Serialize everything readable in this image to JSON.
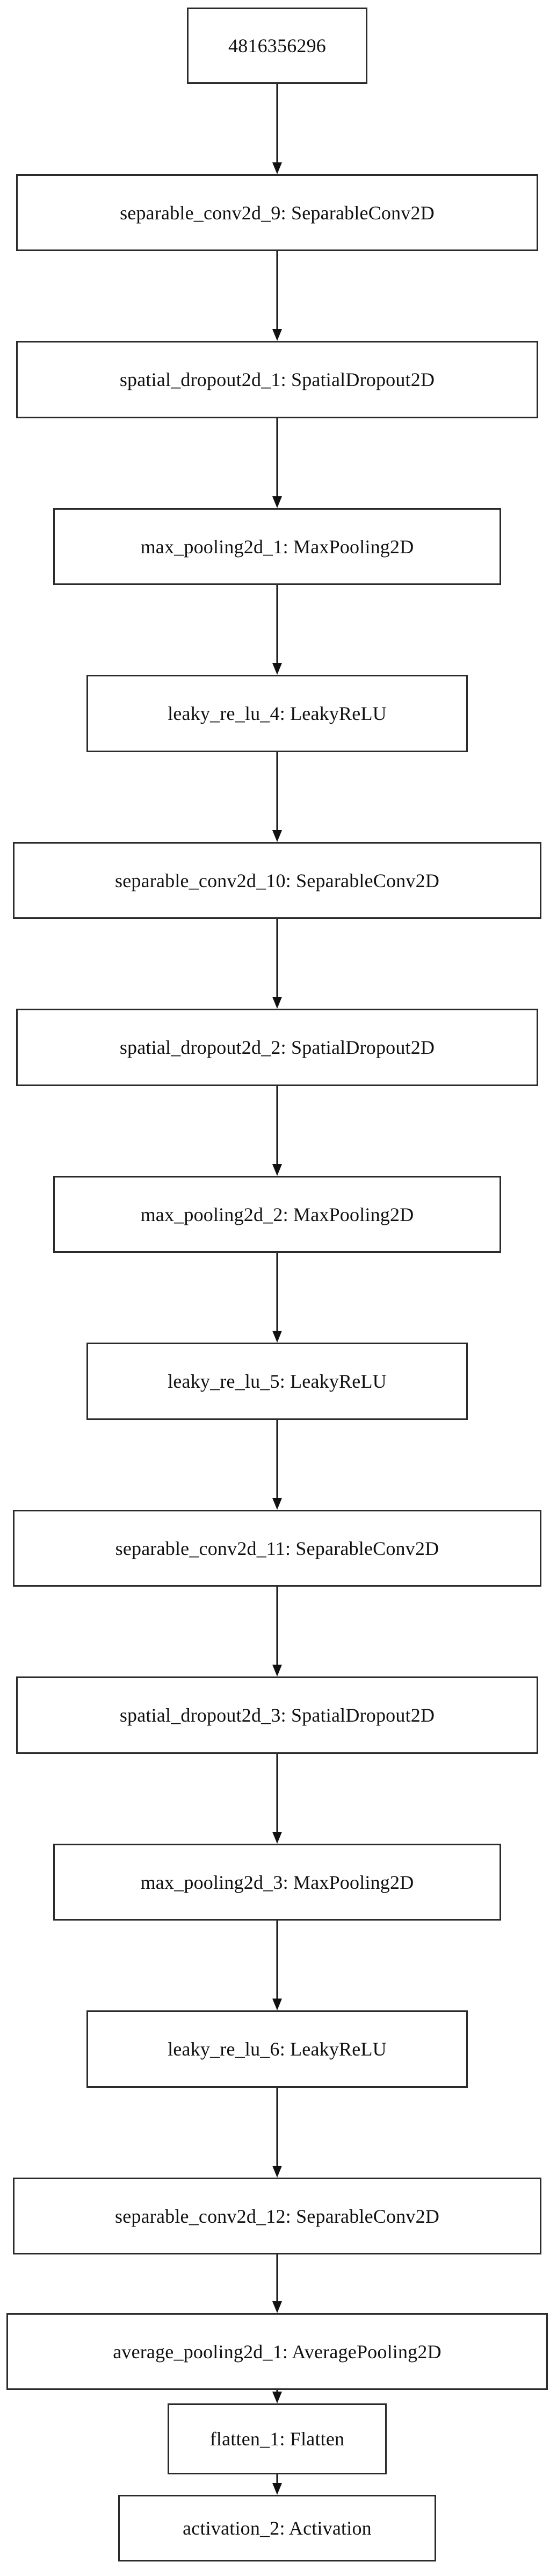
{
  "diagram": {
    "nodes": [
      {
        "id": "n0",
        "label": "4816356296"
      },
      {
        "id": "n1",
        "label": "separable_conv2d_9: SeparableConv2D"
      },
      {
        "id": "n2",
        "label": "spatial_dropout2d_1: SpatialDropout2D"
      },
      {
        "id": "n3",
        "label": "max_pooling2d_1: MaxPooling2D"
      },
      {
        "id": "n4",
        "label": "leaky_re_lu_4: LeakyReLU"
      },
      {
        "id": "n5",
        "label": "separable_conv2d_10: SeparableConv2D"
      },
      {
        "id": "n6",
        "label": "spatial_dropout2d_2: SpatialDropout2D"
      },
      {
        "id": "n7",
        "label": "max_pooling2d_2: MaxPooling2D"
      },
      {
        "id": "n8",
        "label": "leaky_re_lu_5: LeakyReLU"
      },
      {
        "id": "n9",
        "label": "separable_conv2d_11: SeparableConv2D"
      },
      {
        "id": "n10",
        "label": "spatial_dropout2d_3: SpatialDropout2D"
      },
      {
        "id": "n11",
        "label": "max_pooling2d_3: MaxPooling2D"
      },
      {
        "id": "n12",
        "label": "leaky_re_lu_6: LeakyReLU"
      },
      {
        "id": "n13",
        "label": "separable_conv2d_12: SeparableConv2D"
      },
      {
        "id": "n14",
        "label": "average_pooling2d_1: AveragePooling2D"
      },
      {
        "id": "n15",
        "label": "flatten_1: Flatten"
      },
      {
        "id": "n16",
        "label": "activation_2: Activation"
      }
    ],
    "edges": [
      [
        "n0",
        "n1"
      ],
      [
        "n1",
        "n2"
      ],
      [
        "n2",
        "n3"
      ],
      [
        "n3",
        "n4"
      ],
      [
        "n4",
        "n5"
      ],
      [
        "n5",
        "n6"
      ],
      [
        "n6",
        "n7"
      ],
      [
        "n7",
        "n8"
      ],
      [
        "n8",
        "n9"
      ],
      [
        "n9",
        "n10"
      ],
      [
        "n10",
        "n11"
      ],
      [
        "n11",
        "n12"
      ],
      [
        "n12",
        "n13"
      ],
      [
        "n13",
        "n14"
      ],
      [
        "n14",
        "n15"
      ],
      [
        "n15",
        "n16"
      ]
    ],
    "colors": {
      "node_border": "#2b2b2b",
      "edge": "#111111",
      "background": "#ffffff"
    }
  }
}
